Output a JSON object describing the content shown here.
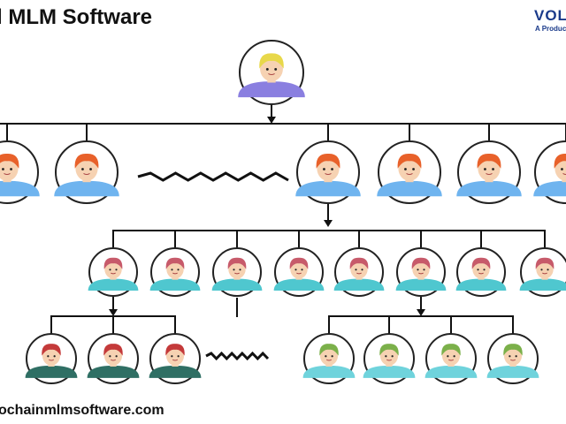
{
  "header": {
    "title": "l MLM Software"
  },
  "brand": {
    "logo_mark": "VOL",
    "tagline": "A Product"
  },
  "footer": {
    "website": "ochainmlmsoftware.com"
  },
  "colors": {
    "line": "#111111",
    "ring": "#222222",
    "hair_root": "#e8d84a",
    "shirt_root": "#8a7fe0",
    "hair_l1": "#e8612a",
    "shirt_l1": "#6fb4ef",
    "hair_l2": "#c75a6a",
    "shirt_l2": "#4fc7cf",
    "hair_l3a": "#c43a3a",
    "shirt_l3a": "#2f6f64",
    "hair_l3b": "#7bb04a",
    "shirt_l3b": "#6fd3dc",
    "skin": "#f6d2b2"
  },
  "icons": {
    "person": "person-avatar-icon",
    "squiggle": "zigzag-ellipsis-icon",
    "arrow": "arrow-down-icon"
  }
}
